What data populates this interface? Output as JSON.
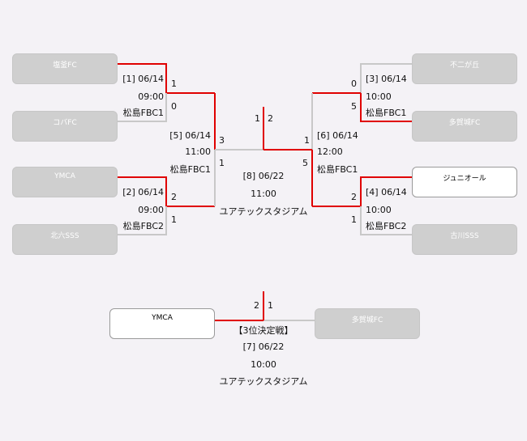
{
  "colors": {
    "win_line": "#e00000",
    "lose_line": "#c8c8c8",
    "loser_box": "#cfcfcf",
    "winner_box": "#ffffff"
  },
  "teams": {
    "t1": "塩釜FC",
    "t2": "コバFC",
    "t3": "YMCA",
    "t4": "北六SSS",
    "t5": "不二が丘",
    "t6": "多賀城FC",
    "t7": "ジュニオール",
    "t8": "古川SSS",
    "t9": "YMCA",
    "t10": "多賀城FC"
  },
  "matches": {
    "m1": {
      "date": "[1] 06/14",
      "time": "09:00",
      "venue": "松島FBC1",
      "score_a": "1",
      "score_b": "0"
    },
    "m2": {
      "date": "[2] 06/14",
      "time": "09:00",
      "venue": "松島FBC2",
      "score_a": "2",
      "score_b": "1"
    },
    "m3": {
      "date": "[3] 06/14",
      "time": "10:00",
      "venue": "松島FBC1",
      "score_a": "0",
      "score_b": "5"
    },
    "m4": {
      "date": "[4] 06/14",
      "time": "10:00",
      "venue": "松島FBC2",
      "score_a": "2",
      "score_b": "1"
    },
    "m5": {
      "date": "[5] 06/14",
      "time": "11:00",
      "venue": "松島FBC1",
      "score_a": "3",
      "score_b": "1"
    },
    "m6": {
      "date": "[6] 06/14",
      "time": "12:00",
      "venue": "松島FBC1",
      "score_a": "1",
      "score_b": "5"
    },
    "m7": {
      "title": "【3位決定戦】",
      "date": "[7] 06/22",
      "time": "10:00",
      "venue": "ユアテックスタジアム",
      "score_a": "2",
      "score_b": "1"
    },
    "m8": {
      "date": "[8] 06/22",
      "time": "11:00",
      "venue": "ユアテックスタジアム",
      "score_a": "1",
      "score_b": "2"
    }
  }
}
